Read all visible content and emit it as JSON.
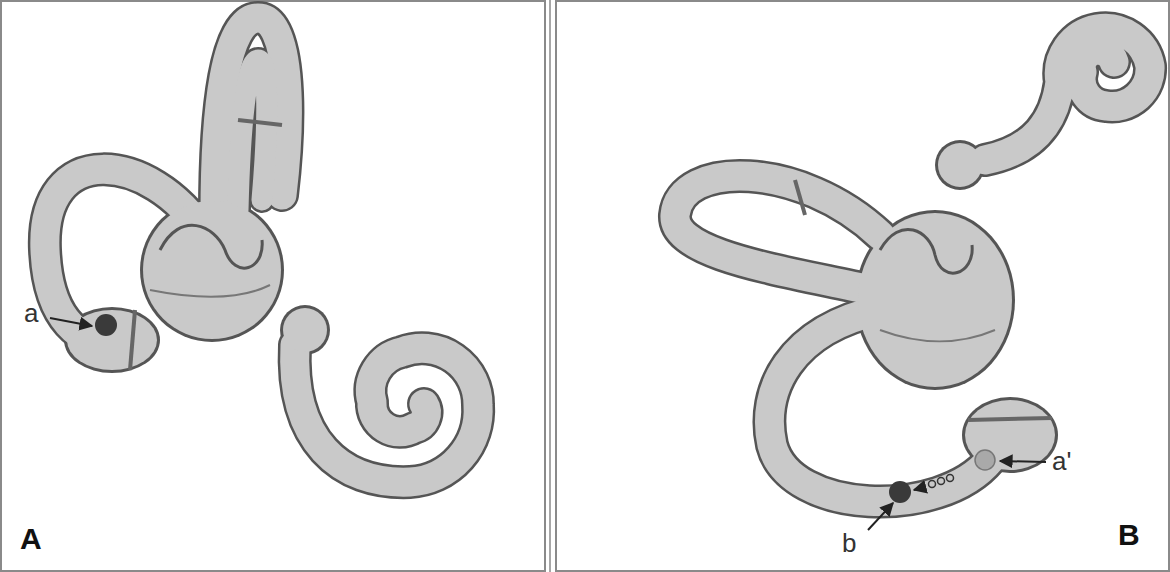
{
  "diagram": {
    "labels": [
      "a",
      "a'",
      "b",
      "A",
      "B"
    ]
  }
}
